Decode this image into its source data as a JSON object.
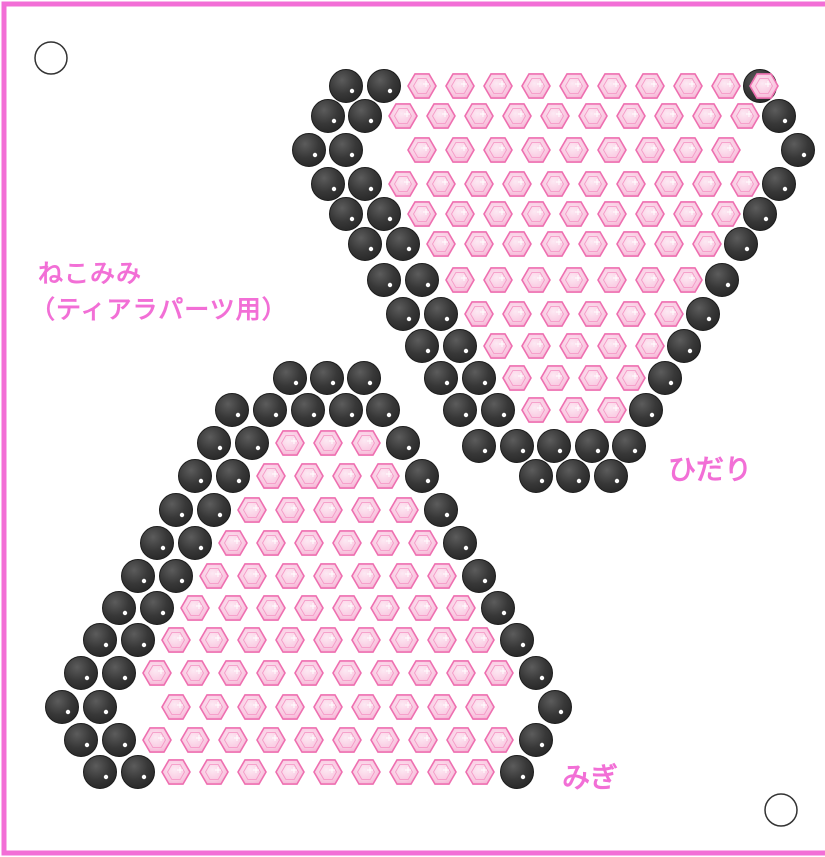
{
  "title": {
    "line1": "ねこみみ",
    "line2": "（ティアラパーツ用）"
  },
  "pieces": {
    "left_label": "ひだり",
    "right_label": "みぎ"
  },
  "colors": {
    "frame": "#f26fd6",
    "black_bead": "#3a3a3a",
    "pink_bead_fill": "#f8c5df",
    "pink_bead_edge": "#ee6fb0"
  }
}
